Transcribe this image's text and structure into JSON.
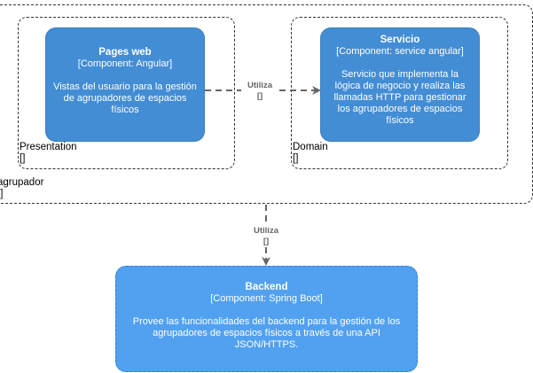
{
  "boundaries": {
    "outer": {
      "name": "agrupador",
      "type": "[]"
    },
    "presentation": {
      "name": "Presentation",
      "type": "[]"
    },
    "domain": {
      "name": "Domain",
      "type": "[]"
    }
  },
  "components": {
    "pages_web": {
      "title": "Pages web",
      "tech": "[Component: Angular]",
      "description": "Vistas del usuario para la gestión de agrupadores de espacios físicos"
    },
    "servicio": {
      "title": "Servicio",
      "tech": "[Component: service angular]",
      "description": "Servicio que implementa la lógica de negocio y realiza las llamadas HTTP para gestionar los agrupadores de espacios físicos"
    },
    "backend": {
      "title": "Backend",
      "tech": "[Component: Spring Boot]",
      "description": "Provee las funcionalidades del backend para la gestión de los agrupadores de espacios físicos a través de una API JSON/HTTPS."
    }
  },
  "relations": {
    "pages_to_servicio": {
      "label": "Utiliza",
      "tech": "[]"
    },
    "agrupador_to_backend": {
      "label": "Utiliza",
      "tech": "[]"
    }
  }
}
